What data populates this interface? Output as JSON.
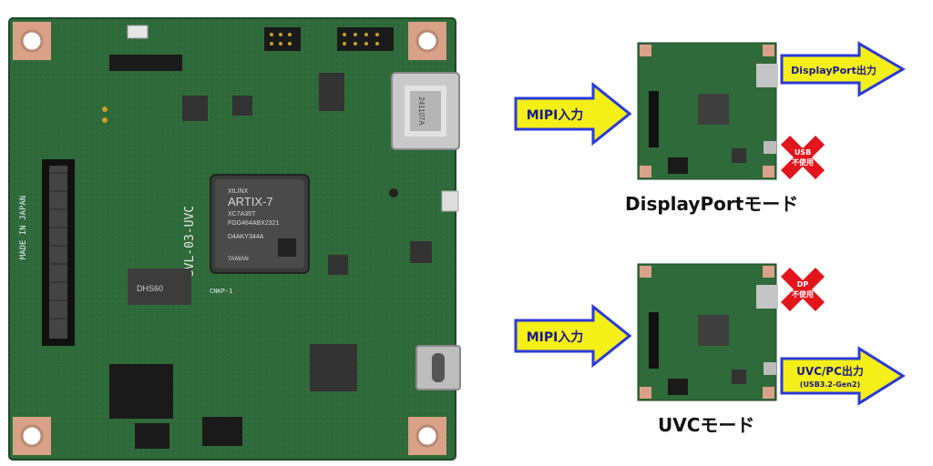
{
  "main_board": {
    "silkscreen_title": "SVL-03-UVC",
    "fpga_brand": "XILINX",
    "fpga_lines": [
      "ARTIX-7",
      "XC7A35T",
      "FGG484ABX2321",
      "D4AKY344A",
      "TAIWAN"
    ],
    "port_label": "241107A",
    "side_text": "MADE IN JAPAN",
    "chip_label": "DHS60",
    "marking": "CNKP-1"
  },
  "modes": [
    {
      "caption": "DisplayPortモード",
      "input_label": "MIPI入力",
      "output_label": "DisplayPort出力",
      "output_sublabel": "",
      "unused_label": [
        "USB",
        "不使用"
      ]
    },
    {
      "caption": "UVCモード",
      "input_label": "MIPI入力",
      "output_label": "UVC/PC出力",
      "output_sublabel": "(USB3.2-Gen2)",
      "unused_label": [
        "DP",
        "不使用"
      ]
    }
  ],
  "colors": {
    "arrow_fill": "#f4ef16",
    "arrow_stroke": "#2a3ad8",
    "arrow_text": "#1a1a8a",
    "pcb": "#2f6a3a",
    "pcb_dark": "#1f4d2b",
    "pad": "#d9a187",
    "x_mark": "#e3141b"
  }
}
